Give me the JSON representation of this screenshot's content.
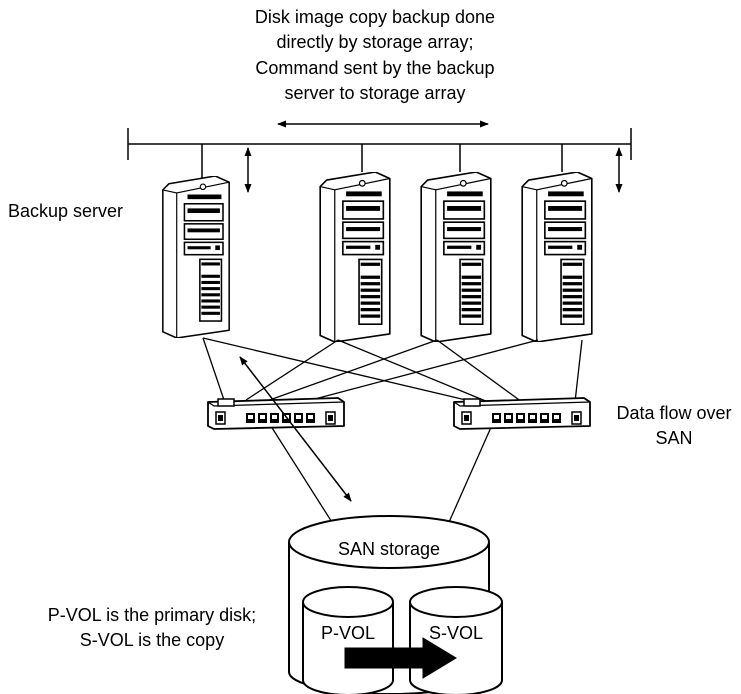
{
  "caption_top": {
    "line1": "Disk image copy backup done",
    "line2": "directly by storage array;",
    "line3": "Command sent by the backup",
    "line4": "server to storage array"
  },
  "label_backup_server": "Backup server",
  "label_data_flow": {
    "line1": "Data flow over",
    "line2": "SAN"
  },
  "storage": {
    "title": "SAN storage",
    "primary": "P-VOL",
    "secondary": "S-VOL"
  },
  "label_volumes": {
    "line1": "P-VOL is the primary disk;",
    "line2": "S-VOL is the copy"
  },
  "colors": {
    "line": "#000000",
    "fill": "#ffffff",
    "tower_face": "#ffffff"
  },
  "icons": {
    "server": "server-tower-icon",
    "switch": "network-switch-icon",
    "storage": "disk-cylinder-icon"
  }
}
